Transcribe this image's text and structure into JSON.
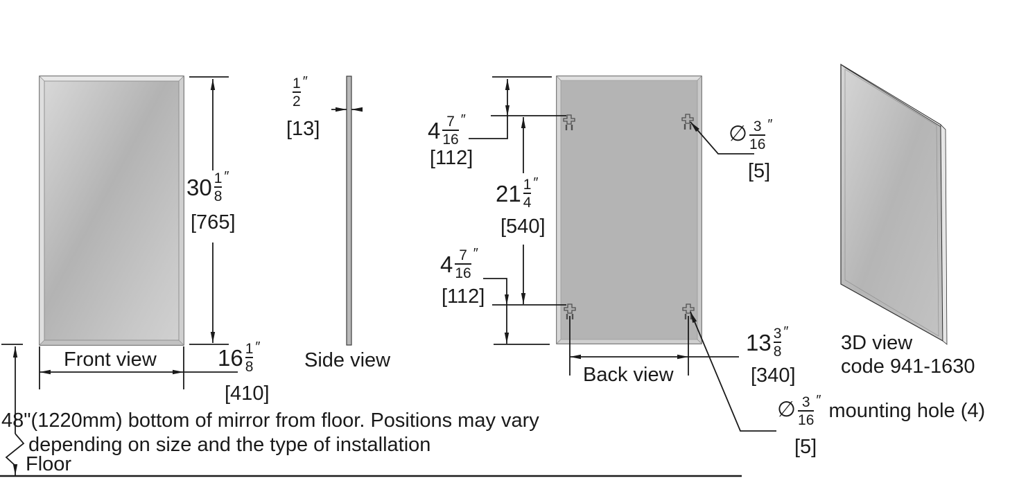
{
  "views": {
    "front": {
      "label": "Front view"
    },
    "side": {
      "label": "Side view"
    },
    "back": {
      "label": "Back view"
    },
    "three_d": {
      "label": "3D view",
      "code": "code 941-1630"
    }
  },
  "dimensions": {
    "mirror_height": {
      "whole": "30",
      "num": "1",
      "den": "8",
      "unit": "″",
      "mm": "[765]"
    },
    "mirror_width": {
      "whole": "16",
      "num": "1",
      "den": "8",
      "unit": "″",
      "mm": "[410]"
    },
    "mirror_thickness": {
      "num": "1",
      "den": "2",
      "unit": "″",
      "mm": "[13]"
    },
    "top_hole_offset": {
      "whole": "4",
      "num": "7",
      "den": "16",
      "unit": "″",
      "mm": "[112]"
    },
    "hole_vertical_spacing": {
      "whole": "21",
      "num": "1",
      "den": "4",
      "unit": "″",
      "mm": "[540]"
    },
    "bottom_hole_offset": {
      "whole": "4",
      "num": "7",
      "den": "16",
      "unit": "″",
      "mm": "[112]"
    },
    "hole_horizontal_spacing": {
      "whole": "13",
      "num": "3",
      "den": "8",
      "unit": "″",
      "mm": "[340]"
    },
    "hole_diameter_top": {
      "symbol": "∅",
      "num": "3",
      "den": "16",
      "unit": "″",
      "mm": "[5]"
    },
    "hole_diameter_note": {
      "symbol": "∅",
      "num": "3",
      "den": "16",
      "unit": "″",
      "suffix": "mounting hole (4)",
      "mm": "[5]"
    }
  },
  "notes": {
    "floor_note_line1": "48\"(1220mm) bottom of mirror from floor. Positions may vary",
    "floor_note_line2": "depending on size and the type of installation",
    "floor_label": "Floor"
  },
  "colors": {
    "line": "#1a1a1a",
    "mirror_face": "#bfbfbf",
    "mirror_bevel": "#e3e3e3",
    "back_panel": "#b4b4b4"
  }
}
